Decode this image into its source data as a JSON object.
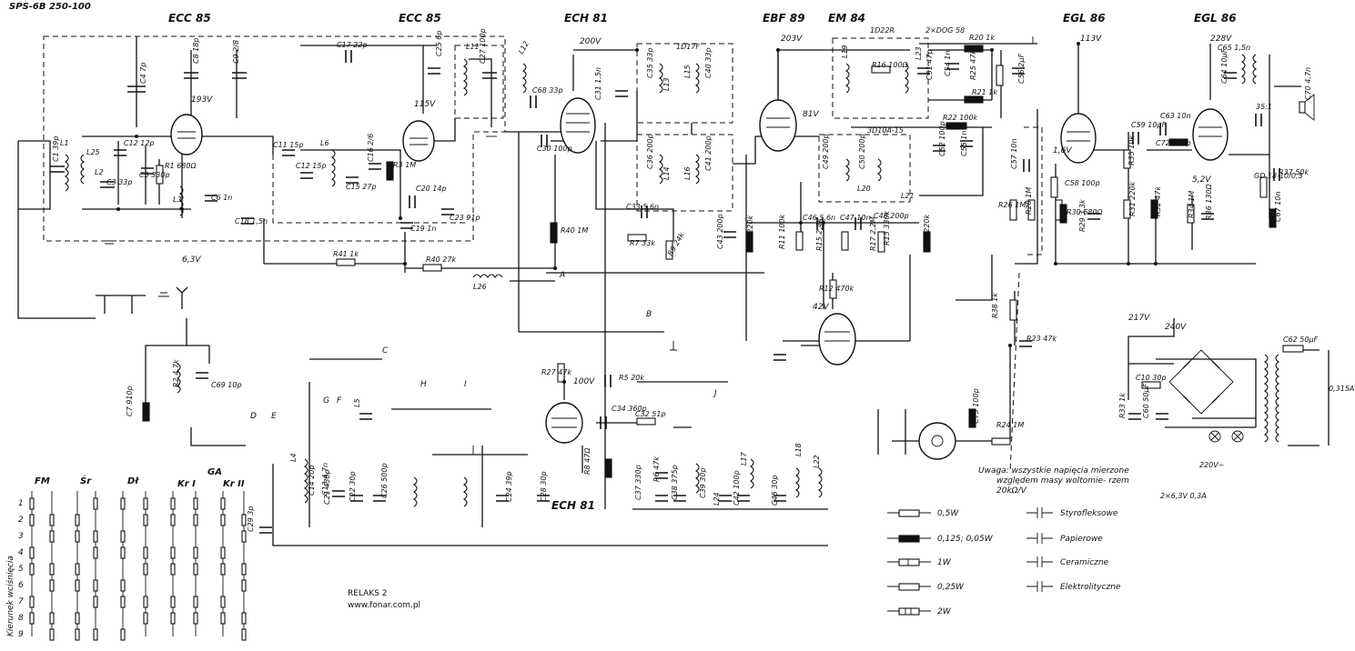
{
  "tubes": [
    {
      "label": "ECC 85"
    },
    {
      "label": "ECC 85"
    },
    {
      "label": "ECH 81"
    },
    {
      "label": "EBF 89"
    },
    {
      "label": "EM 84"
    },
    {
      "label": "EGL 86"
    },
    {
      "label": "EGL 86"
    },
    {
      "label": "ECH 81"
    }
  ],
  "voltages": [
    "193V",
    "115V",
    "200V",
    "203V",
    "81V",
    "113V",
    "228V",
    "42V",
    "100V",
    "217V",
    "240V",
    "6,3V",
    "1,6V",
    "5,2V"
  ],
  "components": [
    "C4 7p",
    "C8 18p",
    "C9 2/8",
    "C17 22p",
    "C25 6p",
    "C27 100p",
    "L11",
    "L12",
    "C1 39p",
    "L1",
    "L25",
    "L2",
    "C12 12p",
    "C3 33p",
    "C5 330p",
    "R1 680Ω",
    "C6 1n",
    "L3",
    "C11 15p",
    "L6",
    "C12 15p",
    "C15 27p",
    "C16 2/6",
    "R3 1M",
    "C20 14p",
    "C23 91p",
    "C18 1,5n",
    "C19 1n",
    "R41 1k",
    "R40 27k",
    "L26",
    "C68 33p",
    "C30 100p",
    "C31 1,5n",
    "1D17F",
    "C35 33p",
    "L13",
    "L15",
    "C40 33p",
    "C36 200p",
    "L14",
    "L16",
    "C41 200p",
    "C33 5,6n",
    "R7 33k",
    "R9 24k",
    "R40 1M",
    "C43 200p",
    "R10 220k",
    "1D22R",
    "2×DOG 58",
    "R20 1k",
    "R21 1k",
    "R25 47k",
    "C56 2µF",
    "L19",
    "R16 100Ω",
    "L23",
    "C54 1n",
    "C51 47p",
    "R22 100k",
    "3D10A-15",
    "C49 200p",
    "C50 200p",
    "L20",
    "L21",
    "C52 100p",
    "C55 1n",
    "C46 5,6n",
    "C47 10n",
    "C48 200p",
    "R11 100k",
    "R15 2,4k",
    "R17 2,2M",
    "R18 220k",
    "R13 330k",
    "R12 470k",
    "C57 10n",
    "R26 1M",
    "R28 1M",
    "C58 100p",
    "R30 680Ω",
    "R29 3,3k",
    "C59 10µF",
    "C63 10n",
    "C72 200p",
    "R35 10k",
    "R31 220k",
    "R32 47k",
    "R34 1M",
    "R36 130Ω",
    "C64 10µF",
    "C65 1,5n",
    "35:1",
    "C70 4,7n",
    "GD 18-10/0,5",
    "R37 50k",
    "C67 10n",
    "R38 1k",
    "R23 47k",
    "C73 100p",
    "R24 1M",
    "R27 47k",
    "R5 20k",
    "C34 360p",
    "C32 51p",
    "R8 47Ω",
    "R6 47k",
    "C37 330p",
    "C38 375p",
    "C39 30p",
    "L17",
    "L18",
    "L22",
    "L24",
    "C42 100p",
    "C45 30p",
    "C69 10p",
    "C7 910p",
    "R2 4,7k",
    "L4",
    "C14 20p",
    "L5",
    "C21 430p",
    "C22 30p",
    "C26 500p",
    "C24 39p",
    "C28 30p",
    "C29 3p",
    "C13 4,7n",
    "C10 30p",
    "R33 1k",
    "C60 50µF",
    "C62 50µF",
    "0,315A",
    "220V~",
    "2×6,3V 0,3A",
    "SPS-6B 250-100"
  ],
  "bands": [
    "FM",
    "Śr",
    "Dł",
    "GA",
    "Kr I",
    "Kr II"
  ],
  "switch_letters": [
    "A",
    "B",
    "C",
    "D",
    "E",
    "F",
    "G",
    "H",
    "I",
    "J"
  ],
  "key_axis_label": "Kierunek wciśnięcia",
  "key_positions": [
    "1",
    "2",
    "3",
    "4",
    "5",
    "6",
    "7",
    "8",
    "9"
  ],
  "note": "Uwaga: wszystkie napięcia mierzone względem masy woltomie- rzem 20kΩ/V",
  "legend": {
    "resistors": [
      "0,5W",
      "0,125; 0,05W",
      "1W",
      "0,25W",
      "2W"
    ],
    "capacitors": [
      "Styrofleksowe",
      "Papierowe",
      "Ceramiczne",
      "Elektrolityczne"
    ]
  },
  "credit": {
    "title": "RELAKS 2",
    "url": "www.fonar.com.pl"
  }
}
